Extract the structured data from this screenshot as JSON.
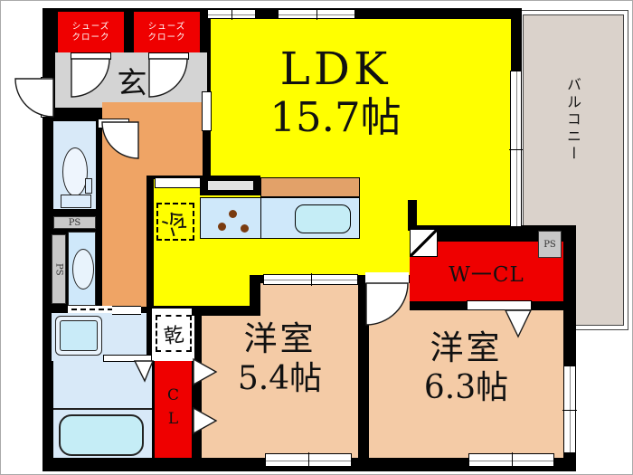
{
  "rooms": {
    "ldk": {
      "name": "LDK",
      "size": "15.7帖"
    },
    "balcony": {
      "name": "バルコニー"
    },
    "genkan": {
      "name": "玄"
    },
    "shoes_closet": {
      "line1": "シューズ",
      "line2": "クローク"
    },
    "room_54": {
      "name": "洋室",
      "size": "5.4帖"
    },
    "room_63": {
      "name": "洋室",
      "size": "6.3帖"
    },
    "walk_in_closet": {
      "name": "W一CL"
    },
    "closet": {
      "name": "CL"
    },
    "fridge": {
      "name": "冷"
    },
    "dryer": {
      "name": "乾"
    },
    "pipe_space": {
      "name": "PS"
    }
  },
  "colors": {
    "ldk_yellow": "#ffff00",
    "closet_red": "#ef0000",
    "room_peach": "#f4cba6",
    "hall_orange": "#efa465",
    "balcony_gray": "#dad2cb",
    "wet_area_blue": "#d8e9f8",
    "counter_blue": "#cfe8fa",
    "fixture_cyan": "#c5edf6",
    "genkan_gray": "#d4d4d4",
    "wall_black": "#000000"
  }
}
